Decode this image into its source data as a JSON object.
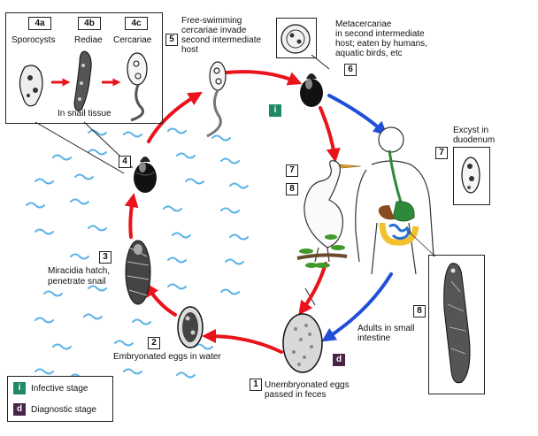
{
  "inset_stages": {
    "a": {
      "tag": "4a",
      "name": "Sporocysts"
    },
    "b": {
      "tag": "4b",
      "name": "Rediae"
    },
    "c": {
      "tag": "4c",
      "name": "Cercariae"
    },
    "caption": "In snail tissue"
  },
  "steps": {
    "s1": {
      "num": "1",
      "text": [
        "Unembryonated eggs",
        "passed in feces"
      ]
    },
    "s2": {
      "num": "2",
      "text": [
        "Embryonated eggs in water"
      ]
    },
    "s3": {
      "num": "3",
      "text": [
        "Miracidia hatch,",
        "penetrate snail"
      ]
    },
    "s4": {
      "num": "4"
    },
    "s5": {
      "num": "5",
      "text": [
        "Free-swimming",
        "cercariae invade",
        "second intermediate",
        "host"
      ]
    },
    "s6": {
      "num": "6",
      "text": [
        "Metacercariae",
        "in second intermediate",
        "host; eaten by humans,",
        "aquatic birds, etc"
      ]
    },
    "s7_bird": {
      "num": "7"
    },
    "s8_bird": {
      "num": "8"
    },
    "s7_human": {
      "num": "7",
      "text": [
        "Excyst in",
        "duodenum"
      ]
    },
    "s8_human": {
      "num": "8",
      "text": [
        "Adults in small",
        "intestine"
      ]
    }
  },
  "legend": {
    "infective": {
      "symbol": "i",
      "label": "Infective stage"
    },
    "diagnostic": {
      "symbol": "d",
      "label": "Diagnostic stage"
    }
  },
  "colors": {
    "red_arrow": "#e8131b",
    "blue_arrow": "#1f4fd8",
    "water": "#5ab3e6",
    "infective": "#1f8a63",
    "diagnostic": "#4a2347",
    "intestine": "#f2c12e",
    "stomach": "#2e8a3a"
  }
}
